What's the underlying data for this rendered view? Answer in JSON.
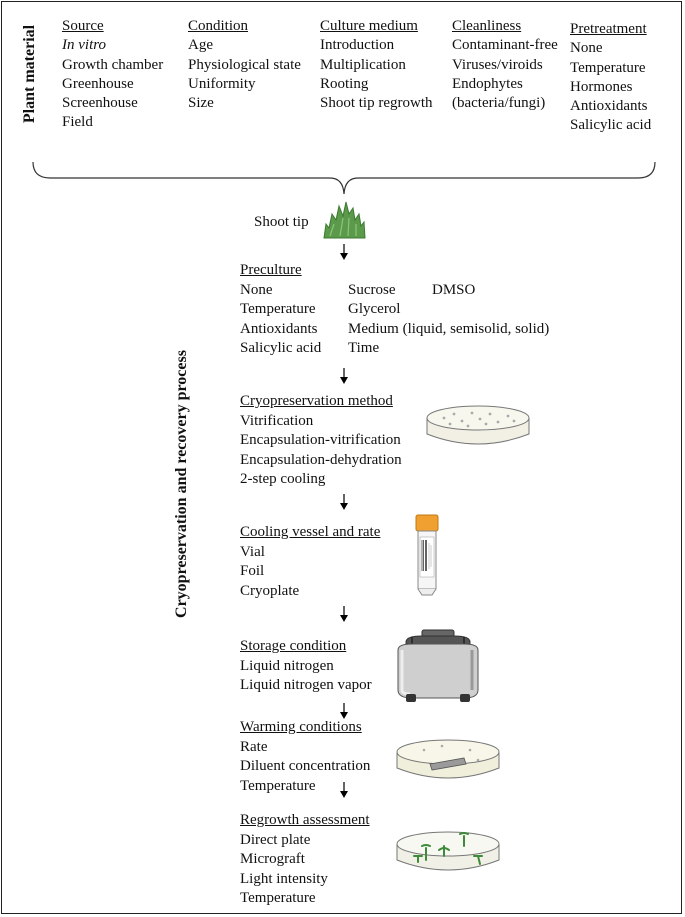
{
  "plant_material": {
    "label": "Plant material",
    "columns": [
      {
        "header": "Source",
        "items": [
          "In vitro",
          "Growth chamber",
          "Greenhouse",
          "Screenhouse",
          "Field"
        ],
        "italic_first": true
      },
      {
        "header": "Condition",
        "items": [
          "Age",
          "Physiological state",
          "Uniformity",
          "Size"
        ]
      },
      {
        "header": "Culture medium",
        "items": [
          "Introduction",
          "Multiplication",
          "Rooting",
          "Shoot tip regrowth"
        ]
      },
      {
        "header": "Cleanliness",
        "items": [
          "Contaminant-free",
          "Viruses/viroids",
          "Endophytes",
          "(bacteria/fungi)"
        ]
      },
      {
        "header": "Pretreatment",
        "items": [
          "None",
          "Temperature",
          "Hormones",
          "Antioxidants",
          "Salicylic acid"
        ]
      }
    ]
  },
  "process_label": "Cryopreservation and recovery process",
  "shoot_tip_label": "Shoot tip",
  "preculture": {
    "header": "Preculture",
    "col1": [
      "None",
      "Temperature",
      "Antioxidants",
      "Salicylic acid"
    ],
    "col2": [
      "Sucrose",
      "Glycerol",
      "Medium (liquid, semisolid, solid)",
      "Time"
    ],
    "col3": [
      "DMSO"
    ]
  },
  "steps": [
    {
      "header": "Cryopreservation method",
      "items": [
        "Vitrification",
        "Encapsulation-vitrification",
        "Encapsulation-dehydration",
        "2-step cooling"
      ],
      "icon": "petri-dish-beads-icon"
    },
    {
      "header": "Cooling vessel and rate",
      "items": [
        "Vial",
        "Foil",
        "Cryoplate"
      ],
      "icon": "cryovial-icon"
    },
    {
      "header": "Storage condition",
      "items": [
        "Liquid nitrogen",
        "Liquid nitrogen vapor"
      ],
      "icon": "dewar-tank-icon"
    },
    {
      "header": "Warming conditions",
      "items": [
        "Rate",
        "Diluent concentration",
        "Temperature"
      ],
      "icon": "petri-dish-foil-icon"
    },
    {
      "header": "Regrowth assessment",
      "items": [
        "Direct plate",
        "Micrograft",
        "Light intensity",
        "Temperature"
      ],
      "icon": "petri-dish-plantlets-icon"
    }
  ],
  "colors": {
    "plant_green": "#5a9a4a",
    "vial_cap": "#f0a030",
    "border": "#222222"
  }
}
